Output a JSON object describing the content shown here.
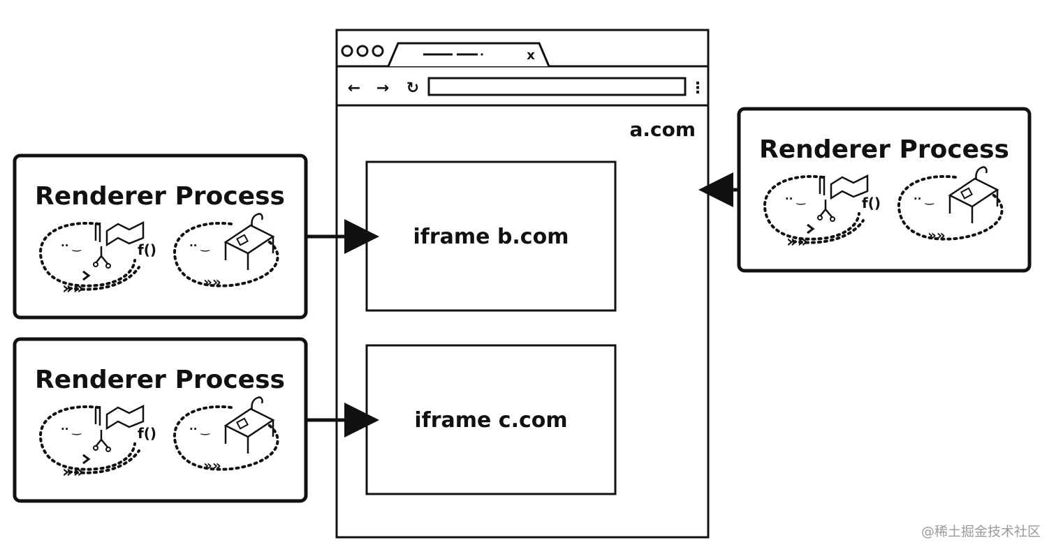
{
  "browser": {
    "tab_close": "x",
    "nav_back": "←",
    "nav_forward": "→",
    "nav_reload": "↻",
    "menu_dots": "⋮",
    "top_frame_domain": "a.com",
    "iframes": [
      {
        "label": "iframe b.com"
      },
      {
        "label": "iframe c.com"
      }
    ]
  },
  "processes": [
    {
      "title": "Renderer Process",
      "links_to": "iframe b.com"
    },
    {
      "title": "Renderer Process",
      "links_to": "iframe c.com"
    },
    {
      "title": "Renderer Process",
      "links_to": "a.com"
    }
  ],
  "icon_glyphs": {
    "function": "f()",
    "speed": "»»",
    "smile": "·· ‿"
  },
  "watermark": "@稀土掘金技术社区"
}
